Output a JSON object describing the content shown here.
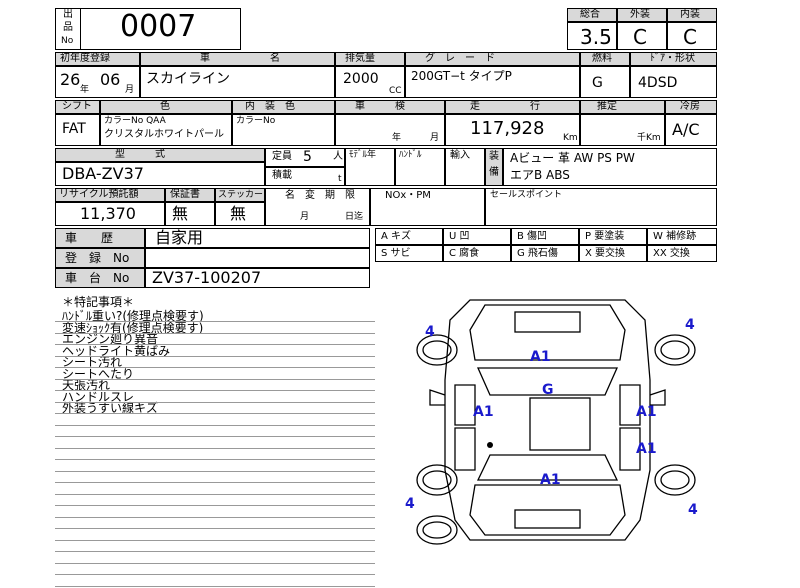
{
  "lot": {
    "label_1": "出",
    "label_2": "品",
    "label_3": "No",
    "number": "0007"
  },
  "grades": {
    "overall_label": "総合",
    "exterior_label": "外装",
    "interior_label": "内装",
    "overall": "3.5",
    "exterior": "C",
    "interior": "C"
  },
  "headers": {
    "first_reg": "初年度登録",
    "car_name_1": "車",
    "car_name_2": "名",
    "displacement": "排気量",
    "grade": "グ　レ　ー　ド",
    "fuel": "燃料",
    "door_body": "ﾄﾞｱ・形状",
    "shift": "シフト",
    "color": "色",
    "interior_color": "内　装　色",
    "inspection": "車　　　検",
    "mileage": "走　　　　　行",
    "estimate": "推定",
    "ac": "冷房",
    "model_type": "型　　　式",
    "capacity": "定員",
    "capacity_unit": "人",
    "load": "積載",
    "load_unit": "t",
    "model_year": "ﾓﾃﾞﾙ年",
    "handle": "ﾊﾝﾄﾞﾙ",
    "import": "輸入",
    "equip_1": "装",
    "equip_2": "備",
    "recycle": "リサイクル預託額",
    "warranty": "保証書",
    "sticker": "ステッカー",
    "name_change": "名　変　期　限",
    "nox": "NOx・PM",
    "sales_point": "セールスポイント",
    "history": "車　　歴",
    "reg_no": "登　録　No",
    "chassis_no": "車　台　No",
    "nc_month": "月",
    "nc_day": "日迄"
  },
  "vehicle": {
    "year": "26",
    "year_unit": "年",
    "month": "06",
    "month_unit": "月",
    "name": "スカイライン",
    "cc": "2000",
    "cc_unit": "CC",
    "grade": "200GT−t タイプP",
    "fuel": "G",
    "body": "4DSD",
    "shift": "FAT",
    "color_no_label": "カラーNo QAA",
    "color_name": "クリスタルホワイトパール",
    "int_color_no_label": "カラーNo",
    "insp_year": "年",
    "insp_month": "月",
    "mileage": "117,928",
    "mileage_unit": "Km",
    "est_unit": "千Km",
    "ac": "A/C",
    "model_code": "DBA-ZV37",
    "capacity": "5",
    "equipment_1": "Aビュー 革 AW PS PW",
    "equipment_2": "エアB ABS",
    "recycle_fee": "11,370",
    "warranty": "無",
    "sticker": "無",
    "history": "自家用",
    "chassis": "ZV37-100207"
  },
  "legend": [
    [
      "A キズ",
      "U 凹",
      "B 傷凹",
      "P 要塗装",
      "W 補修跡"
    ],
    [
      "S サビ",
      "C 腐食",
      "G 飛石傷",
      "X 要交換",
      "XX 交換"
    ]
  ],
  "notes": {
    "title": "＊特記事項＊",
    "items": [
      "ﾊﾝﾄﾞﾙ重い?(修理点検要す)",
      "変速ｼｮｯｸ有(修理点検要す)",
      "エンジン廻り異音",
      "ヘッドライト黄ばみ",
      "シート汚れ",
      "シートへたり",
      "天張汚れ",
      "ハンドルスレ",
      "外装うすい線キズ"
    ]
  },
  "diagram_marks": {
    "hood": "A1",
    "windshield": "G",
    "left_front_door": "A1",
    "right_front_door": "A1",
    "right_rear_door": "A1",
    "trunk": "A1",
    "wheel_fl": "4",
    "wheel_fr": "4",
    "wheel_rl": "4",
    "wheel_rr": "4",
    "mark_color": "#1a1acc"
  }
}
